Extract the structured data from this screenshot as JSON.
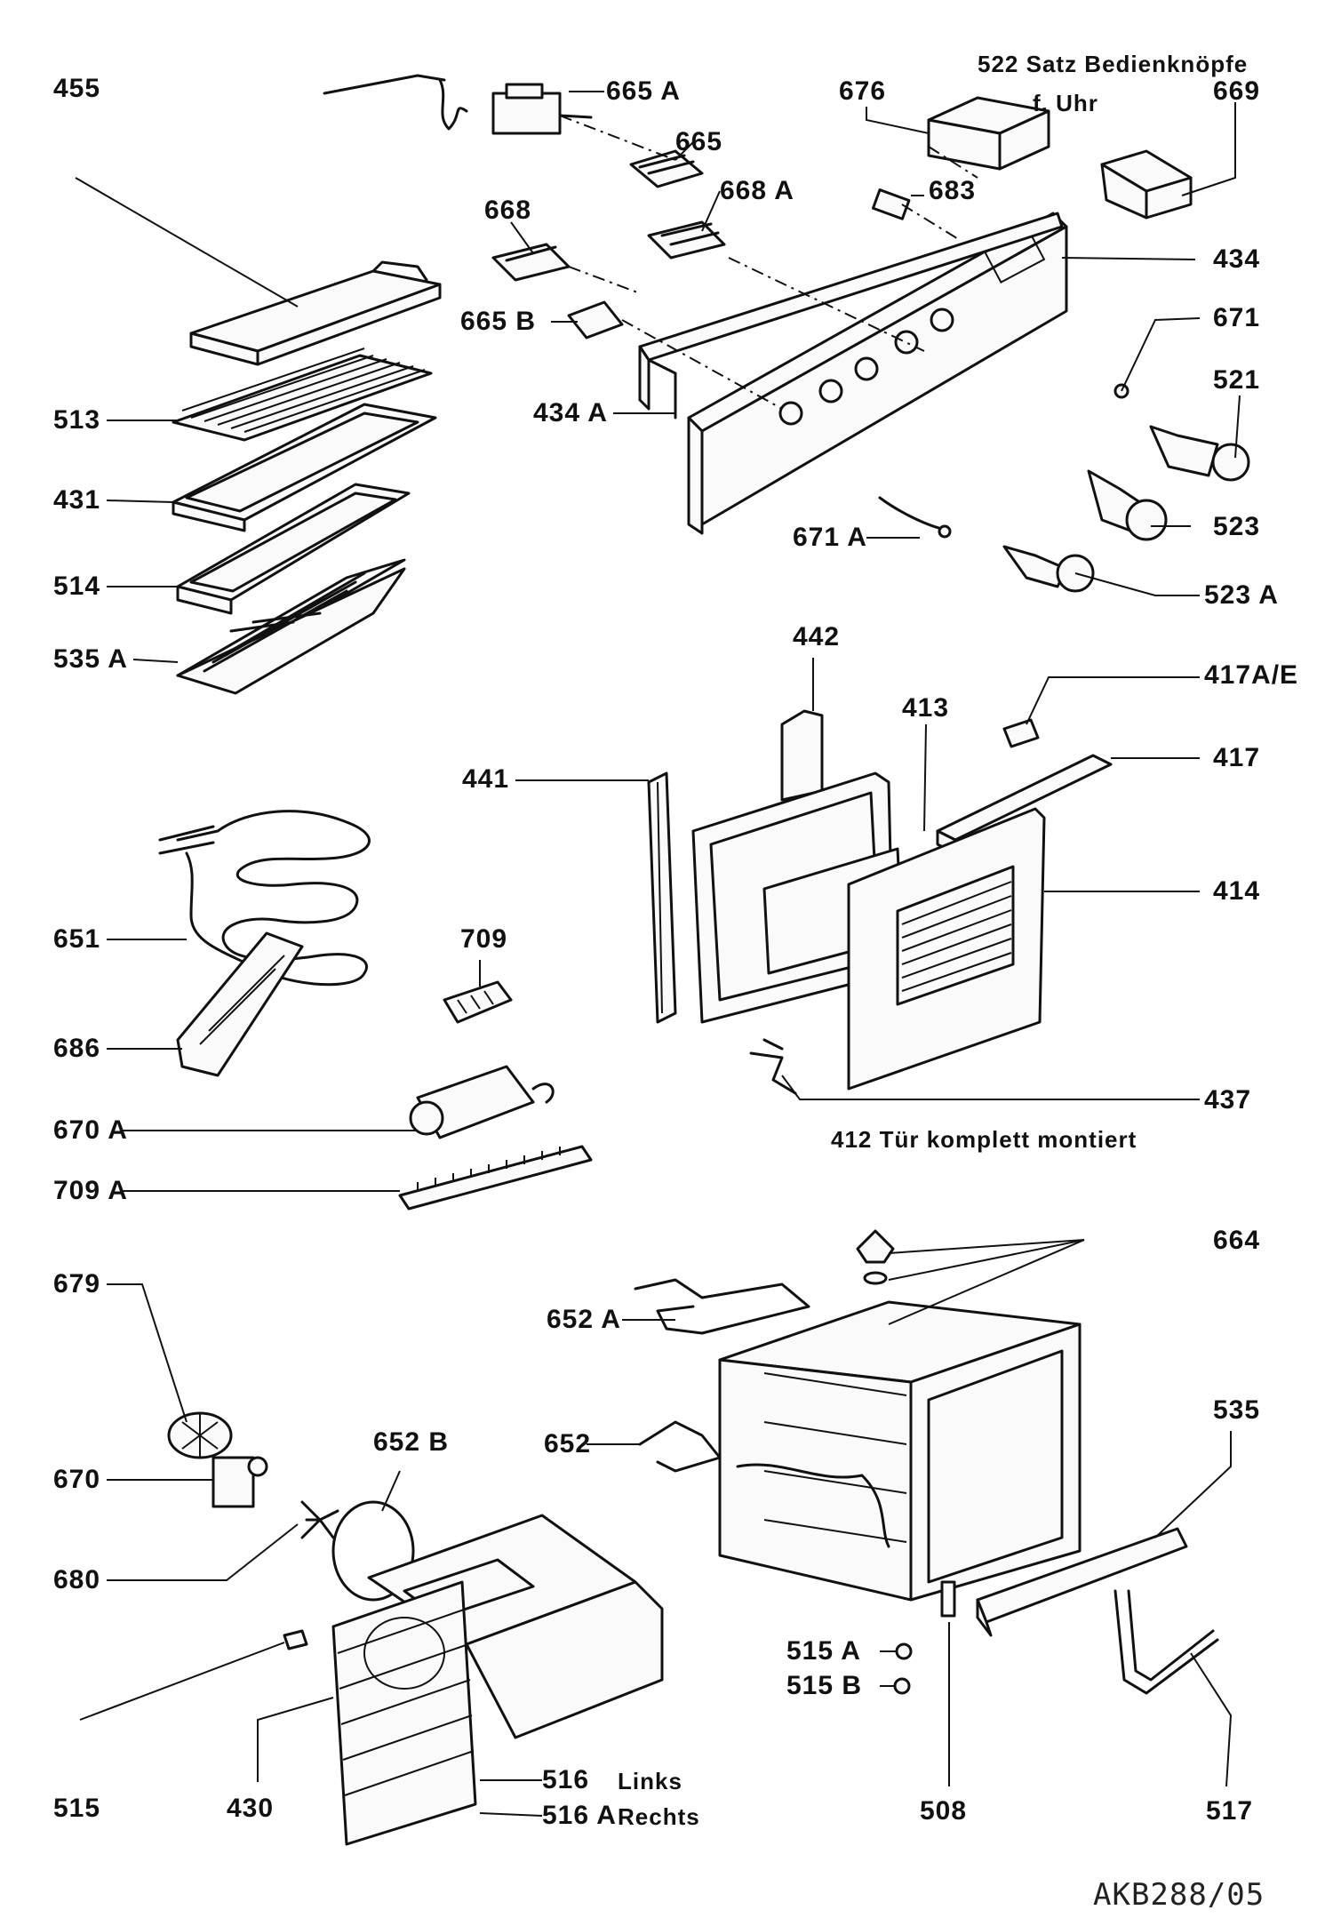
{
  "labels": {
    "p455": "455",
    "p513": "513",
    "p431": "431",
    "p514": "514",
    "p535a": "535 A",
    "p665a": "665 A",
    "p665": "665",
    "p668a": "668 A",
    "p668": "668",
    "p665b": "665 B",
    "p434a": "434 A",
    "p676": "676",
    "p683": "683",
    "p669": "669",
    "p434": "434",
    "p671": "671",
    "p521": "521",
    "p523": "523",
    "p671a": "671 A",
    "p523a": "523 A",
    "p442": "442",
    "p413": "413",
    "p417ae": "417A/E",
    "p417": "417",
    "p441": "441",
    "p414": "414",
    "p709": "709",
    "p651": "651",
    "p686": "686",
    "p437": "437",
    "p670a": "670 A",
    "p709a": "709 A",
    "p664": "664",
    "p679": "679",
    "p652a": "652 A",
    "p652b": "652 B",
    "p652": "652",
    "p670": "670",
    "p535": "535",
    "p680": "680",
    "p515a": "515 A",
    "p515b": "515 B",
    "p515": "515",
    "p430": "430",
    "p516": "516",
    "p516a": "516 A",
    "p508": "508",
    "p517": "517"
  },
  "notes": {
    "p522": "522 Satz Bedienknöpfe",
    "uhr": "f. Uhr",
    "door": "412 Tür  komplett montiert",
    "links": "Links",
    "rechts": "Rechts"
  },
  "doc_id": "AKB288/05"
}
